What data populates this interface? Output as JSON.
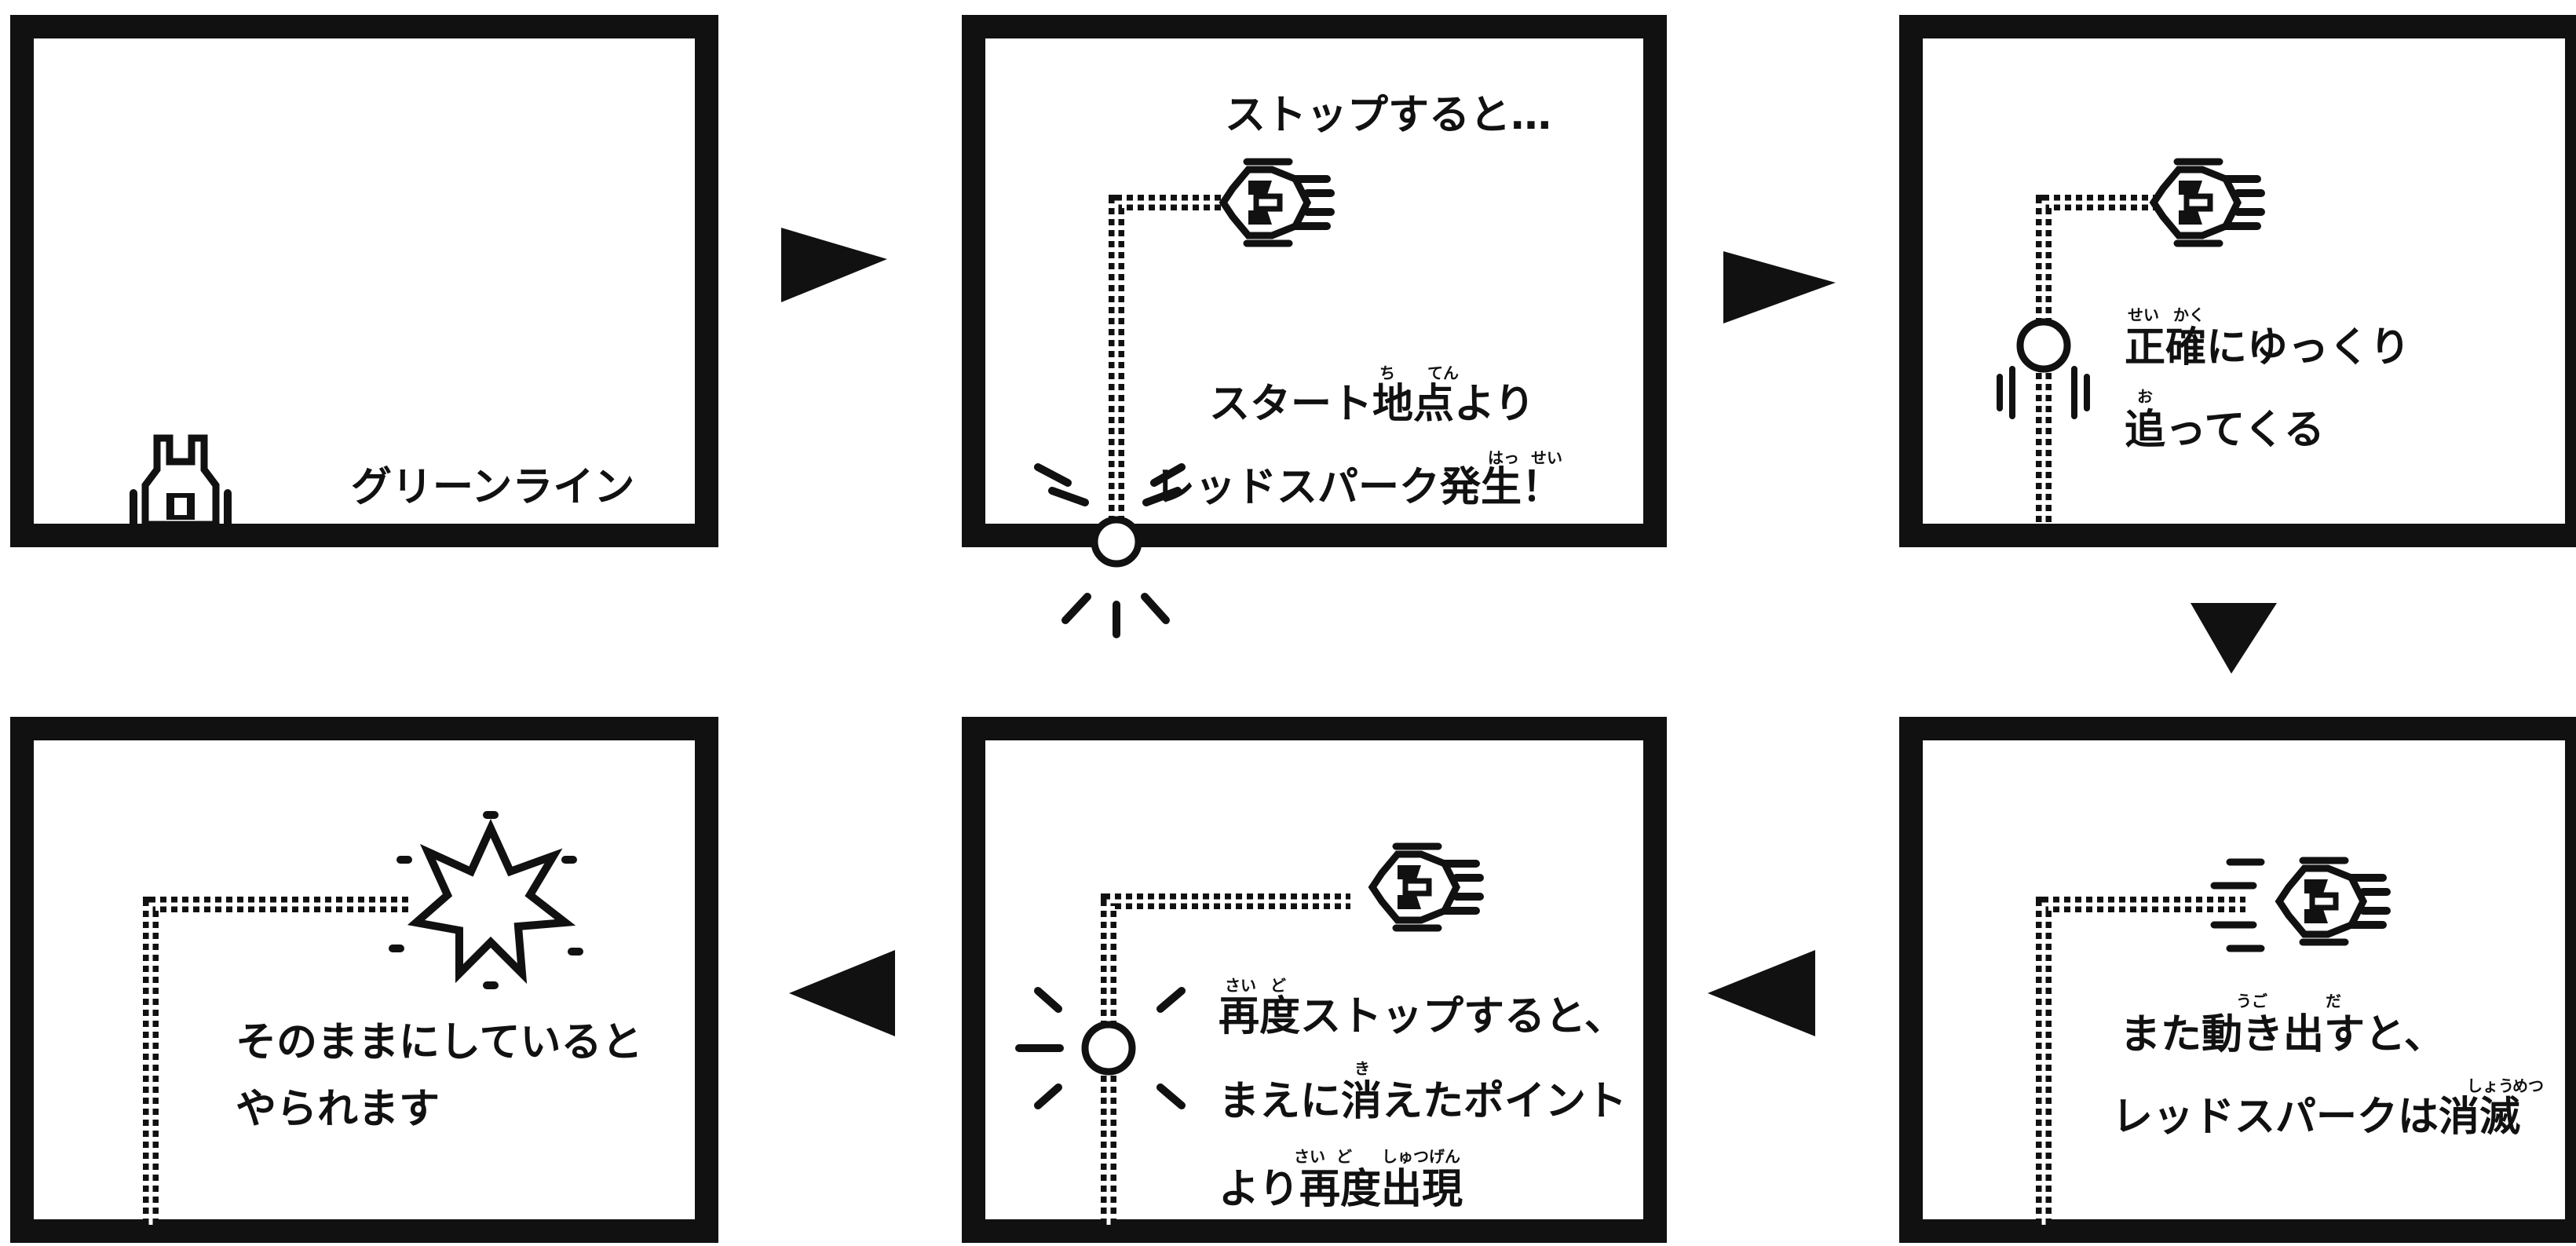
{
  "panels": [
    {
      "id": "panel-1",
      "caption_lines": [
        "グリーンライン"
      ],
      "ruby": []
    },
    {
      "id": "panel-2",
      "caption_lines": [
        "ストップすると…",
        "スタート地点より",
        "レッドスパーク発生！"
      ],
      "ruby": [
        "ち",
        "てん",
        "はっ",
        "せい"
      ]
    },
    {
      "id": "panel-3",
      "caption_lines": [
        "正確にゆっくり",
        "追ってくる"
      ],
      "ruby": [
        "せい",
        "かく",
        "お"
      ]
    },
    {
      "id": "panel-4",
      "caption_lines": [
        "また動き出すと、",
        "レッドスパークは消滅"
      ],
      "ruby": [
        "うご",
        "だ",
        "しょう",
        "めつ"
      ]
    },
    {
      "id": "panel-5",
      "caption_lines": [
        "再度ストップすると、",
        "まえに消えたポイント",
        "より再度出現"
      ],
      "ruby": [
        "さい",
        "ど",
        "き",
        "さい",
        "ど",
        "しゅつげん"
      ]
    },
    {
      "id": "panel-6",
      "caption_lines": [
        "そのままにしていると",
        "やられます"
      ],
      "ruby": []
    }
  ],
  "colors": {
    "ink": "#111111",
    "paper": "#ffffff"
  }
}
